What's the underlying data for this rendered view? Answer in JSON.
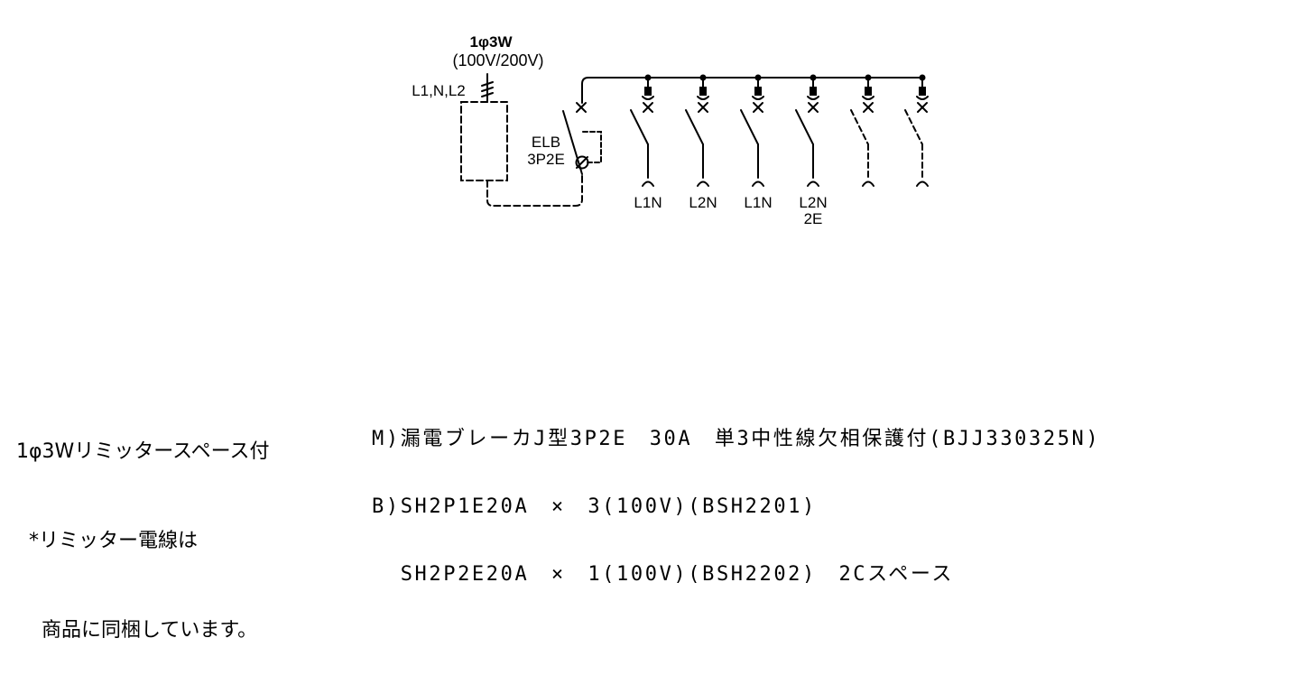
{
  "supply": {
    "system": "1φ3W",
    "voltage": "(100V/200V)",
    "conductors": "L1,N,L2"
  },
  "main_breaker": {
    "label": "ELB",
    "poles": "3P2E"
  },
  "branches": [
    {
      "label": "L1N",
      "sub": "",
      "type": "solid"
    },
    {
      "label": "L2N",
      "sub": "",
      "type": "solid"
    },
    {
      "label": "L1N",
      "sub": "",
      "type": "solid"
    },
    {
      "label": "L2N",
      "sub": "2E",
      "type": "solid"
    },
    {
      "label": "",
      "sub": "",
      "type": "dashed"
    },
    {
      "label": "",
      "sub": "",
      "type": "dashed"
    }
  ],
  "notes": {
    "line1": "1φ3Wリミッタースペース付",
    "line2": "  *リミッター電線は",
    "line3": "    商品に同梱しています。"
  },
  "spec": {
    "line1": "M)漏電ブレーカJ型3P2E　30A　単3中性線欠相保護付(BJJ330325N)",
    "line2": "B)SH2P1E20A　×　3(100V)(BSH2201)",
    "line3": "  SH2P2E20A　×　1(100V)(BSH2202)　2Cスペース"
  }
}
